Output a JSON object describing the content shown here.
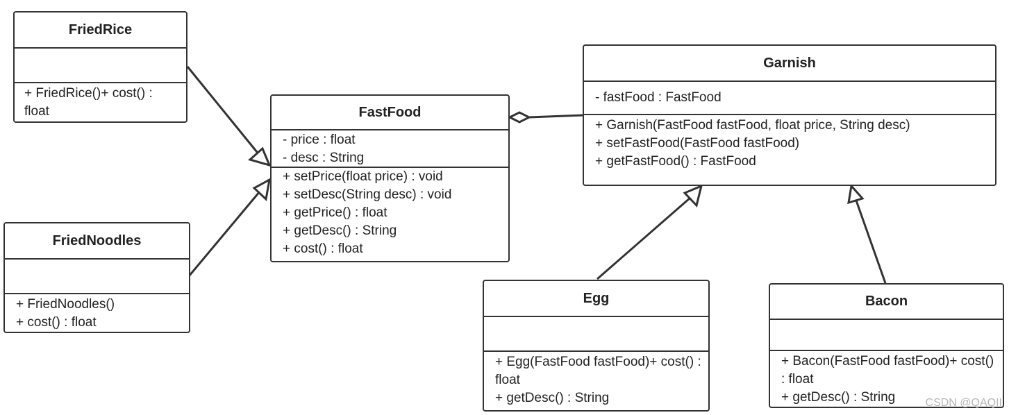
{
  "classes": {
    "fried_rice": {
      "name": "FriedRice",
      "ops": [
        "+ FriedRice()+ cost() : float"
      ]
    },
    "fried_noodles": {
      "name": "FriedNoodles",
      "ops": [
        "+ FriedNoodles()",
        "+ cost() : float"
      ]
    },
    "fast_food": {
      "name": "FastFood",
      "attrs": [
        "- price : float",
        "- desc : String"
      ],
      "ops": [
        "+ setPrice(float price) : void",
        "+ setDesc(String desc) : void",
        "+ getPrice() : float",
        "+ getDesc() : String",
        "+ cost() : float"
      ]
    },
    "garnish": {
      "name": "Garnish",
      "attrs": [
        "- fastFood : FastFood"
      ],
      "ops": [
        "+ Garnish(FastFood fastFood, float price, String desc)",
        "+ setFastFood(FastFood fastFood)",
        "+ getFastFood() : FastFood"
      ]
    },
    "egg": {
      "name": "Egg",
      "ops": [
        "+ Egg(FastFood fastFood)+ cost() : float",
        "+ getDesc() : String"
      ]
    },
    "bacon": {
      "name": "Bacon",
      "ops": [
        "+ Bacon(FastFood fastFood)+ cost() : float",
        "+ getDesc() : String"
      ]
    }
  },
  "relations": [
    {
      "type": "generalization",
      "from": "FriedRice",
      "to": "FastFood"
    },
    {
      "type": "generalization",
      "from": "FriedNoodles",
      "to": "FastFood"
    },
    {
      "type": "aggregation",
      "from": "Garnish",
      "to": "FastFood"
    },
    {
      "type": "generalization",
      "from": "Egg",
      "to": "Garnish"
    },
    {
      "type": "generalization",
      "from": "Bacon",
      "to": "Garnish"
    }
  ],
  "colors": {
    "line": "#333333",
    "background": "#ffffff",
    "watermark": "#b5b5b5"
  },
  "watermark": "CSDN @QAQII"
}
